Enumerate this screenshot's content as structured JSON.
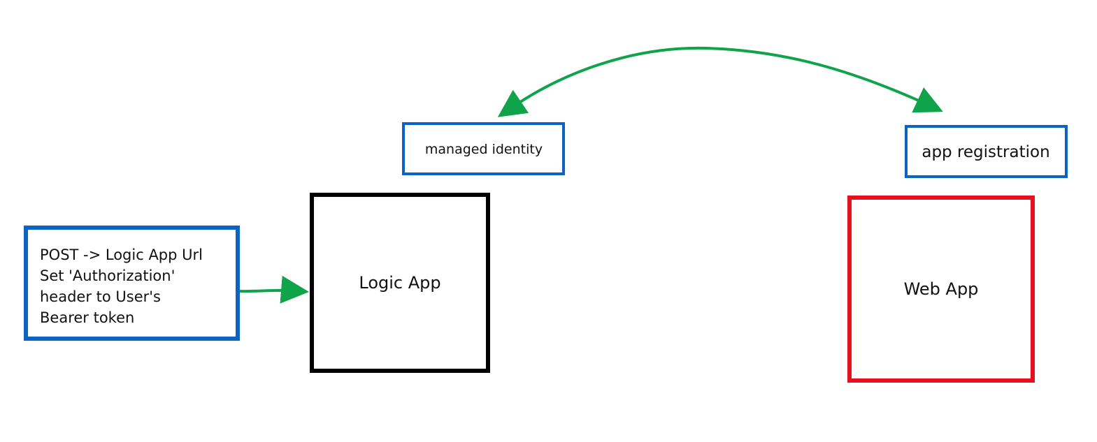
{
  "request_box": {
    "lines": [
      "POST -> Logic App Url",
      "Set 'Authorization'",
      "header to User's",
      "Bearer token"
    ],
    "border_color": "#0b63c4"
  },
  "logic_app": {
    "label": "Logic App",
    "border_color": "#000000"
  },
  "managed_identity": {
    "label": "managed identity",
    "border_color": "#0b63c4"
  },
  "app_registration": {
    "label": "app registration",
    "border_color": "#0b63c4"
  },
  "web_app": {
    "label": "Web App",
    "border_color": "#e8101e"
  },
  "arrow_color": "#0fa34a"
}
